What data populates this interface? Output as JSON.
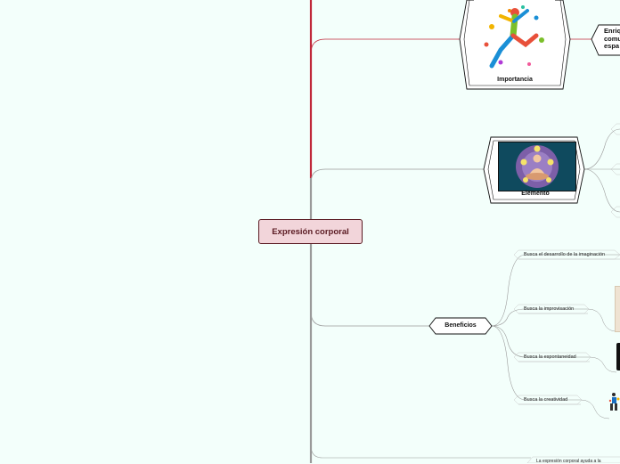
{
  "central": {
    "title": "Expresión corporal"
  },
  "branches": {
    "importancia": {
      "label": "Importancia",
      "note": [
        "Enriq",
        "comu",
        "espa"
      ]
    },
    "elemento": {
      "label": "Elemento"
    },
    "beneficios": {
      "label": "Beneficios",
      "items": [
        "Busca el desarrollo de la imaginación",
        "Busca la improvisación",
        "Busca la espontaneidad",
        "Busca la creatividad"
      ]
    }
  },
  "footer_text": "La expresión corporal ayuda a la",
  "colors": {
    "accent": "#c0283a",
    "trunk": "#9a9a9a",
    "central_fill": "#f2d5da"
  }
}
